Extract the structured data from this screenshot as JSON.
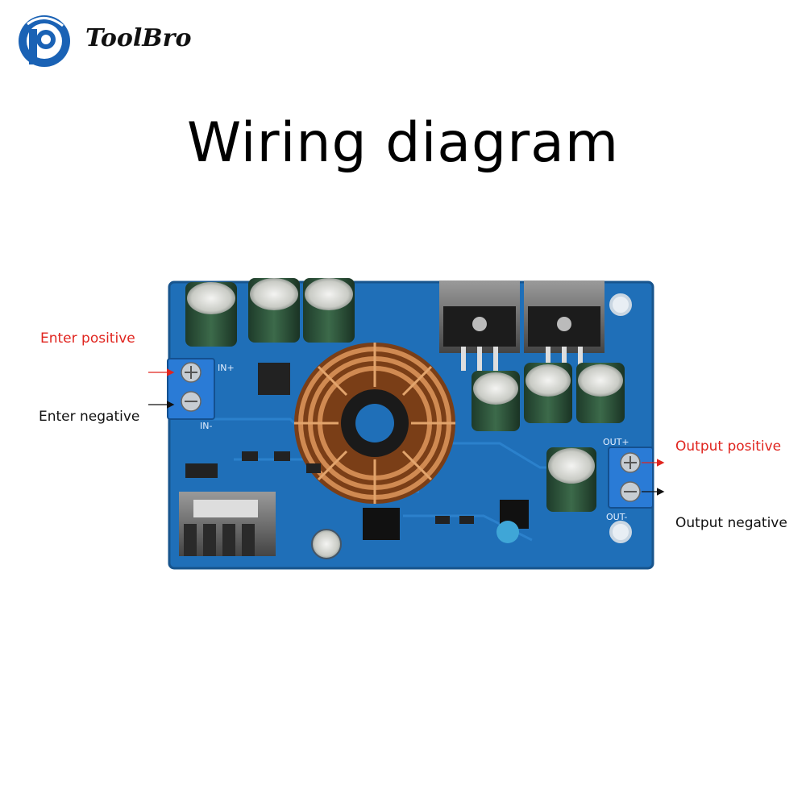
{
  "brand": {
    "name": "ToolBro",
    "logo_color": "#1a62b5"
  },
  "title": "Wiring diagram",
  "labels": {
    "enter_positive": "Enter positive",
    "enter_negative": "Enter negative",
    "output_positive": "Output positive",
    "output_negative": "Output negative"
  },
  "board_silkscreen": {
    "in_plus": "IN+",
    "in_minus": "IN-",
    "out_plus": "OUT+",
    "out_minus": "OUT-"
  },
  "colors": {
    "positive_label": "#e0251f",
    "negative_label": "#111111",
    "pcb": "#1f6fb8",
    "terminal": "#2a7bd6",
    "coil": "#b8632a"
  }
}
